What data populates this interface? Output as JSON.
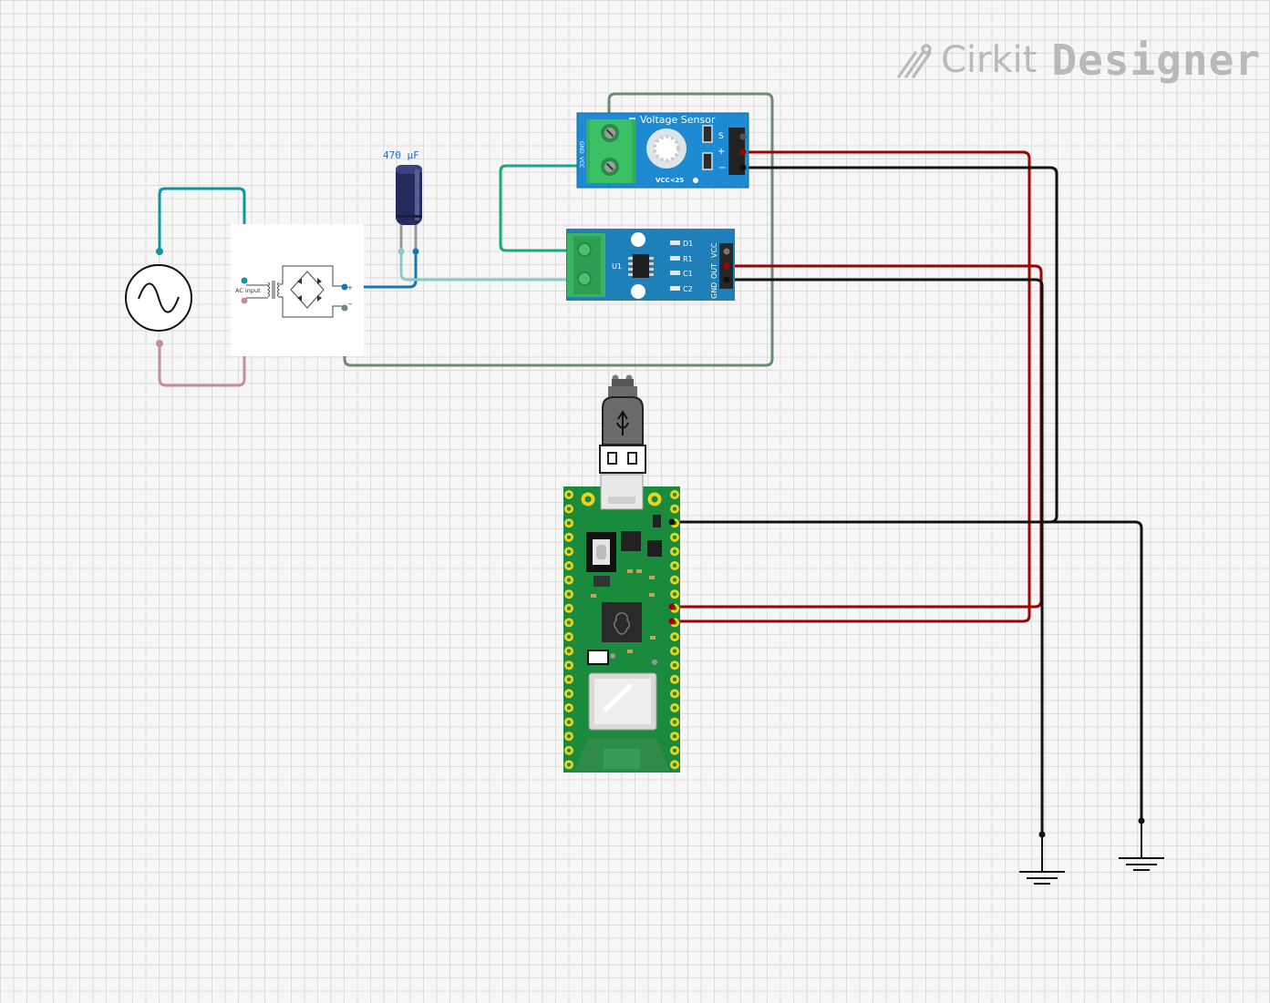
{
  "brand": {
    "name": "Cirkit",
    "product": "Designer",
    "color": "#b9b9b9"
  },
  "components": {
    "capacitor": {
      "value_label": "470 µF"
    },
    "rectifier": {
      "input_label": "AC input",
      "plus": "+",
      "minus": "−"
    },
    "voltage_sensor": {
      "title": "Voltage Sensor",
      "pin_labels": [
        "S",
        "+",
        "−"
      ],
      "footer": "VCC<25",
      "terminal_labels": [
        "GND",
        "VCC"
      ]
    },
    "current_sensor": {
      "ic_label": "U1",
      "part_labels": [
        "D1",
        "R1",
        "C1",
        "C2"
      ],
      "pin_labels": [
        "GND",
        "OUT",
        "VCC"
      ]
    }
  },
  "wire_colors": {
    "teal": "#0f94a6",
    "pink": "#c68c9c",
    "blue": "#1777b4",
    "lightteal": "#8ccac8",
    "green": "#19a77f",
    "sage": "#6e8b72",
    "red": "#a00000",
    "black": "#111111"
  }
}
